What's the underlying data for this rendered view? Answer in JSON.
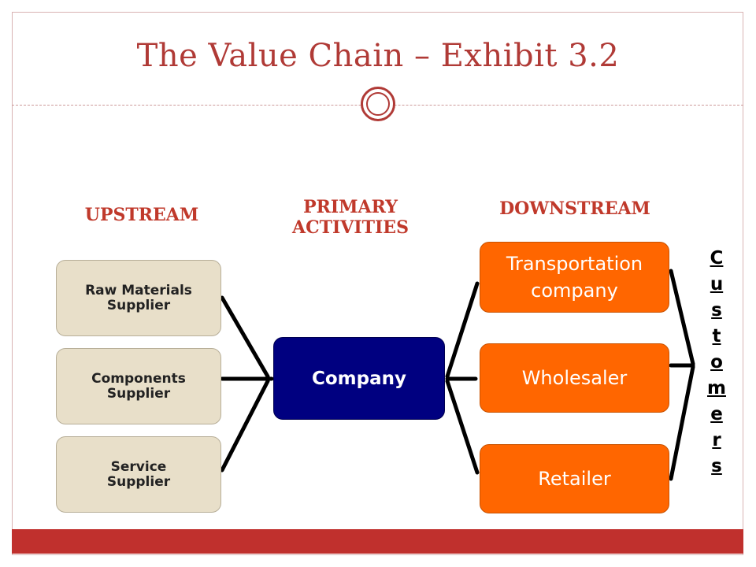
{
  "title": "The Value Chain – Exhibit 3.2",
  "headings": {
    "upstream": "UPSTREAM",
    "primary_line1": "PRIMARY",
    "primary_line2": "ACTIVITIES",
    "downstream": "DOWNSTREAM"
  },
  "suppliers": [
    {
      "line1": "Raw Materials",
      "line2": "Supplier"
    },
    {
      "line1": "Components",
      "line2": "Supplier"
    },
    {
      "line1": "Service",
      "line2": "Supplier"
    }
  ],
  "company": "Company",
  "downstream_nodes": [
    {
      "line1": "Transportation",
      "line2": "company"
    },
    {
      "line1": "Wholesaler",
      "line2": ""
    },
    {
      "line1": "Retailer",
      "line2": ""
    }
  ],
  "customers_letters": [
    "C",
    "u",
    "s",
    "t",
    "o",
    "m",
    "e",
    "r",
    "s"
  ],
  "colors": {
    "title": "#b03a36",
    "heading": "#c0392b",
    "supplier_fill": "#e8dfc9",
    "company_fill": "#000080",
    "downstream_fill": "#ff6600",
    "footer_bar": "#c0302d"
  }
}
